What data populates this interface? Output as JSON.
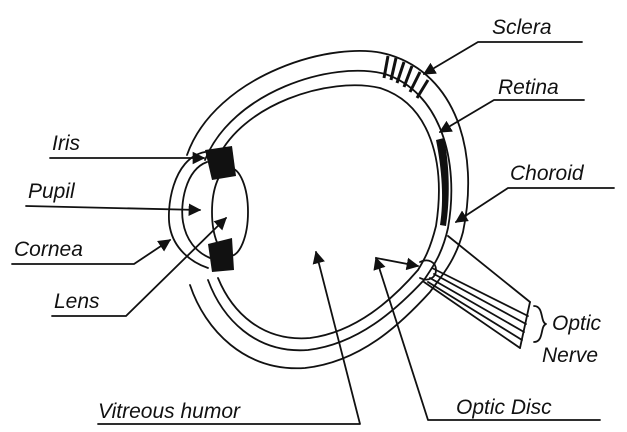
{
  "labels": {
    "sclera": "Sclera",
    "retina": "Retina",
    "choroid": "Choroid",
    "iris": "Iris",
    "pupil": "Pupil",
    "cornea": "Cornea",
    "lens": "Lens",
    "optic_nerve_line1": "Optic",
    "optic_nerve_line2": "Nerve",
    "vitreous_humor": "Vitreous humor",
    "optic_disc": "Optic Disc"
  },
  "colors": {
    "ink": "#111111",
    "background": "#ffffff"
  }
}
